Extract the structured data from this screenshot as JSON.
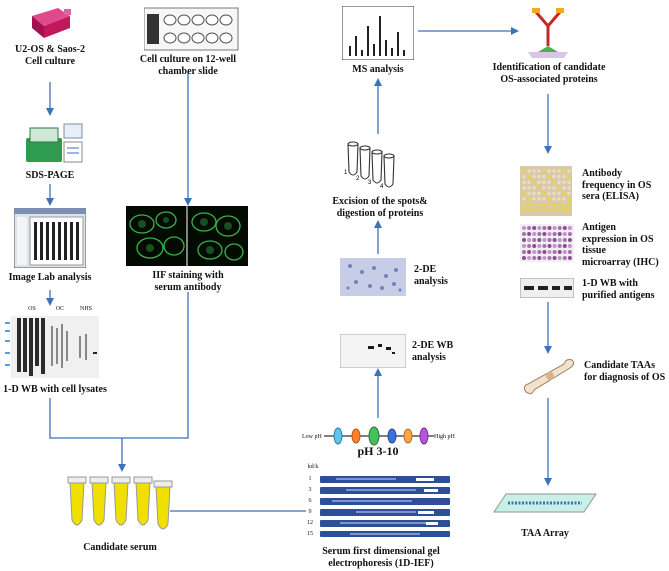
{
  "labels": {
    "cell_culture": [
      "U2-OS  & Saos-2",
      "Cell culture"
    ],
    "sds_page": "SDS-PAGE",
    "image_lab": "Image Lab analysis",
    "wb_1d": "1-D WB  with cell lysates",
    "gel_groups": [
      "OS",
      "OC",
      "NHS"
    ],
    "chamber": [
      "Cell culture on 12-well",
      "chamber slide"
    ],
    "iif": [
      "IIF staining with",
      "serum antibody"
    ],
    "ms": "MS analysis",
    "excision": [
      "Excision of the spots&",
      "digestion of proteins"
    ],
    "de2": [
      "2-DE",
      "analysis"
    ],
    "de2_wb": [
      "2-DE WB",
      "analysis"
    ],
    "ph": "pH 3-10",
    "ph_low": "Low pH",
    "ph_high": "High pH",
    "candidate_serum": "Candidate serum",
    "ief": [
      "Serum first dimensional gel",
      "electrophoresis (1D-IEF)"
    ],
    "identification": [
      "Identification of candidate",
      "OS-associated proteins"
    ],
    "antibody_freq": [
      "Antibody",
      "frequency in OS",
      "sera (ELISA)"
    ],
    "antigen_expr": [
      "Antigen",
      "expression in OS",
      "tissue",
      "microarray (IHC)"
    ],
    "wb_purified": [
      "1-D WB with",
      "purified antigens"
    ],
    "candidate_taas": [
      "Candidate TAAs",
      "for diagnosis of OS"
    ],
    "taa_array": "TAA Array",
    "strip_header": "kd/k",
    "strip_numbers": [
      "1",
      "3",
      "6",
      "9",
      "12",
      "15"
    ]
  },
  "colors": {
    "arrow": "#3b72b8",
    "flask": "#c2185b",
    "serum": "#e8d200",
    "gel_blue": "#2d4f9a",
    "fluor": "#39b54a"
  }
}
